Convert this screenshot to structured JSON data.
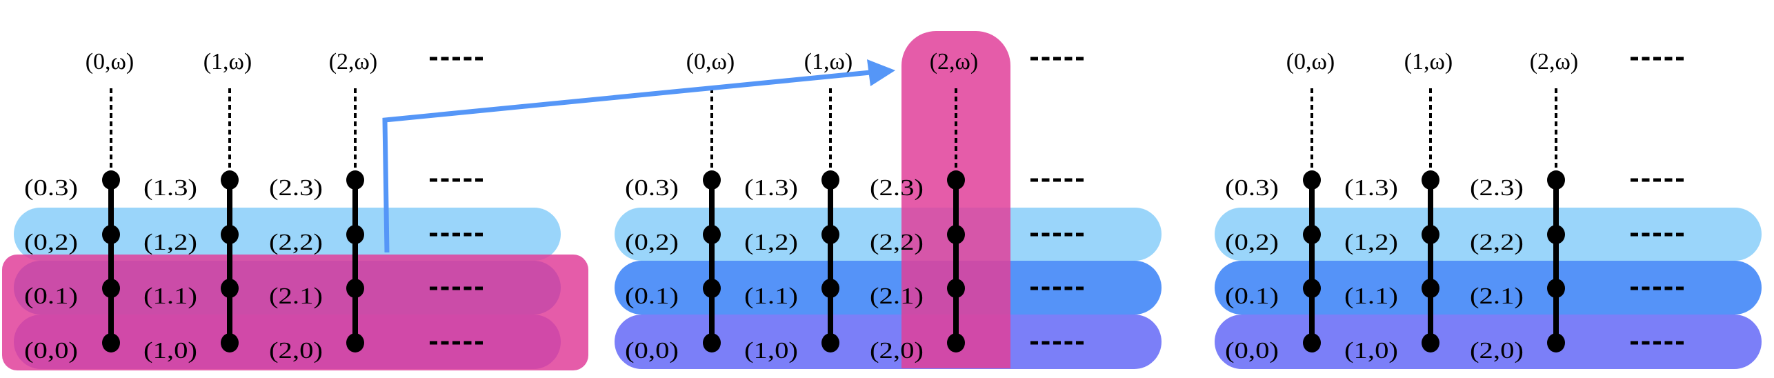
{
  "colors": {
    "row_band_2": "#9AD5FA",
    "row_band_1": "#5593F8",
    "row_band_0": "#7B7FF8",
    "highlight": "#E0409A",
    "arrow": "#5596F7",
    "node": "#000000"
  },
  "ellipsis": "-----",
  "panels": [
    {
      "id": "panel-1",
      "row_bands": [
        "2",
        "1",
        "0"
      ],
      "highlight": "rows-0-1",
      "labels": {
        "omega": [
          "(0,ω)",
          "(1,ω)",
          "(2,ω)"
        ],
        "row3": [
          "(0.3)",
          "(1.3)",
          "(2.3)"
        ],
        "row2": [
          "(0,2)",
          "(1,2)",
          "(2,2)"
        ],
        "row1": [
          "(0.1)",
          "(1.1)",
          "(2.1)"
        ],
        "row0": [
          "(0,0)",
          "(1,0)",
          "(2,0)"
        ]
      }
    },
    {
      "id": "panel-2",
      "row_bands": [
        "2",
        "1",
        "0"
      ],
      "highlight": "column-2",
      "labels": {
        "omega": [
          "(0,ω)",
          "(1,ω)",
          "(2,ω)"
        ],
        "row3": [
          "(0.3)",
          "(1.3)",
          "(2.3)"
        ],
        "row2": [
          "(0,2)",
          "(1,2)",
          "(2,2)"
        ],
        "row1": [
          "(0.1)",
          "(1.1)",
          "(2.1)"
        ],
        "row0": [
          "(0,0)",
          "(1,0)",
          "(2,0)"
        ]
      }
    },
    {
      "id": "panel-3",
      "row_bands": [
        "2",
        "1",
        "0"
      ],
      "highlight": "none",
      "labels": {
        "omega": [
          "(0,ω)",
          "(1,ω)",
          "(2,ω)"
        ],
        "row3": [
          "(0.3)",
          "(1.3)",
          "(2.3)"
        ],
        "row2": [
          "(0,2)",
          "(1,2)",
          "(2,2)"
        ],
        "row1": [
          "(0.1)",
          "(1.1)",
          "(2.1)"
        ],
        "row0": [
          "(0,0)",
          "(1,0)",
          "(2,0)"
        ]
      }
    }
  ],
  "arrow": {
    "from": "panel-1",
    "to": "panel-2 (2,ω)"
  }
}
